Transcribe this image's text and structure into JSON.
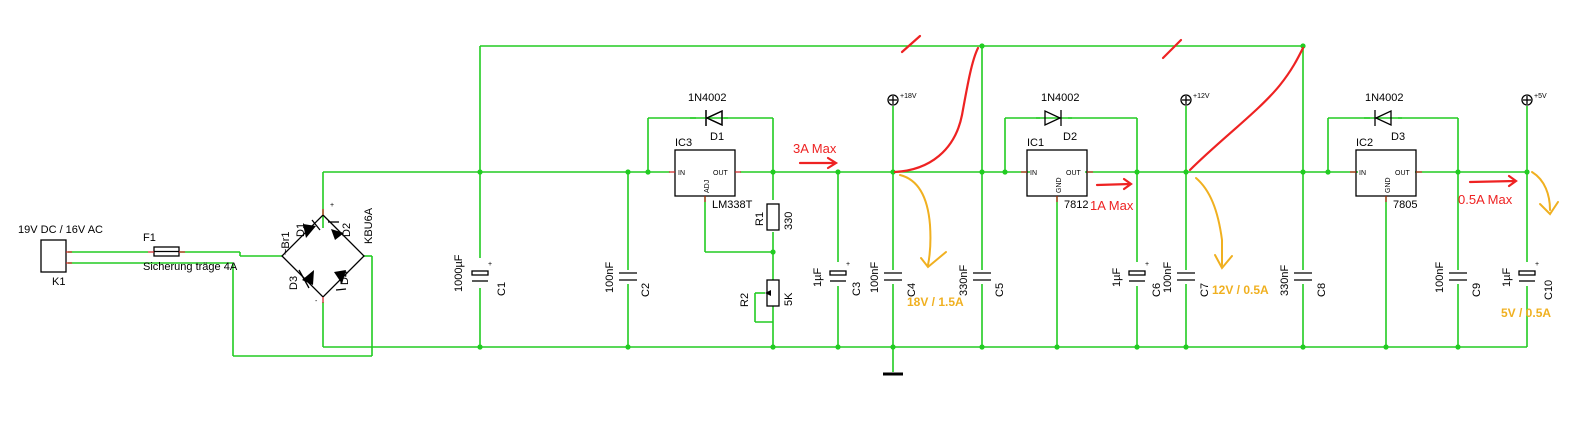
{
  "input": {
    "label": "19V DC / 16V AC",
    "connector": "K1"
  },
  "fuse": {
    "ref": "F1",
    "desc": "Sicherung träge 4A"
  },
  "bridge": {
    "ref": "~Br1",
    "part": "KBU6A",
    "d1": "D1",
    "d2": "D2",
    "d3": "D3",
    "d4": "D4",
    "plus": "+",
    "minus": "-"
  },
  "c1": {
    "ref": "C1",
    "value": "1000µF",
    "plus": "+"
  },
  "c2": {
    "ref": "C2",
    "value": "100nF"
  },
  "reg1": {
    "ref": "IC3",
    "part": "LM338T",
    "in": "IN",
    "out": "OUT",
    "adj": "ADJ",
    "diode_part": "1N4002",
    "diode_ref": "D1"
  },
  "r1": {
    "ref": "R1",
    "value": "330"
  },
  "r2": {
    "ref": "R2",
    "value": "5K"
  },
  "c3": {
    "ref": "C3",
    "value": "1µF",
    "plus": "+"
  },
  "c4": {
    "ref": "C4",
    "value": "100nF"
  },
  "c5": {
    "ref": "C5",
    "value": "330nF"
  },
  "rail18": "+18V",
  "reg2": {
    "ref": "IC1",
    "part": "7812",
    "in": "IN",
    "out": "OUT",
    "gnd": "GND",
    "diode_part": "1N4002",
    "diode_ref": "D2"
  },
  "c6": {
    "ref": "C6",
    "value": "1µF",
    "plus": "+"
  },
  "c7": {
    "ref": "C7",
    "value": "100nF"
  },
  "c8": {
    "ref": "C8",
    "value": "330nF"
  },
  "rail12": "+12V",
  "reg3": {
    "ref": "IC2",
    "part": "7805",
    "in": "IN",
    "out": "OUT",
    "gnd": "GND",
    "diode_part": "1N4002",
    "diode_ref": "D3"
  },
  "c9": {
    "ref": "C9",
    "value": "100nF"
  },
  "c10": {
    "ref": "C10",
    "value": "1µF",
    "plus": "+"
  },
  "rail5": "+5V",
  "annotations": {
    "max18": "3A Max",
    "max12": "1A Max",
    "max5": "0.5A Max",
    "out18": "18V / 1.5A",
    "out12": "12V / 0.5A",
    "out5": "5V / 0.5A"
  },
  "colors": {
    "wire": "#22cc22",
    "pin": "#cc2222",
    "annotation_red": "#ee2222",
    "annotation_orange": "#f0b020"
  }
}
